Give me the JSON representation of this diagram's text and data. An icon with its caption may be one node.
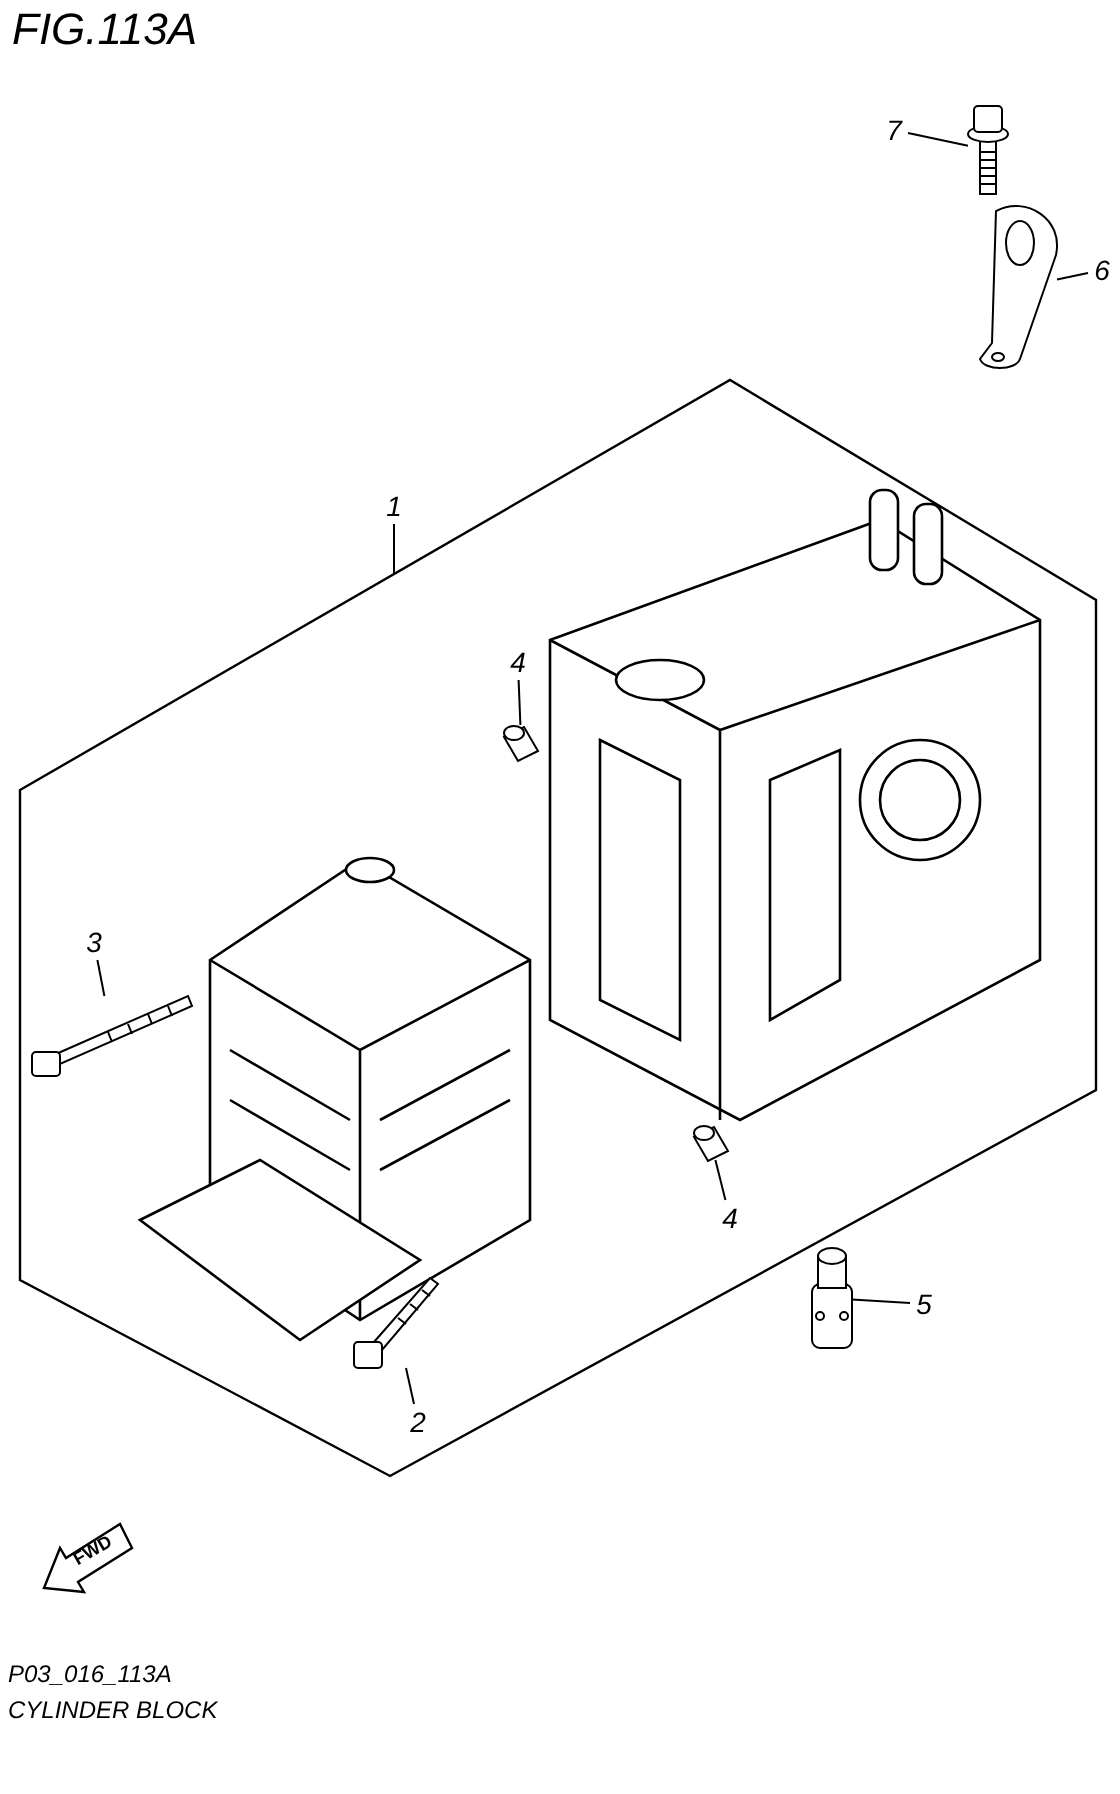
{
  "diagram": {
    "title": "FIG.113A",
    "nodes": [
      {
        "text": [
          "7"
        ]
      },
      {
        "text": [],
        "shape": "picture"
      },
      {
        "text": [
          "6"
        ]
      },
      {
        "text": [],
        "shape": "picture"
      },
      {
        "text": [
          "1"
        ]
      },
      {
        "text": [],
        "shape": "box"
      },
      {
        "text": [
          "4"
        ],
        "in": 5
      },
      {
        "text": [],
        "shape": "picture",
        "in": 5
      },
      {
        "text": [
          "3"
        ],
        "in": 5
      },
      {
        "text": [],
        "shape": "picture",
        "in": 5
      },
      {
        "text": [
          "2"
        ],
        "in": 5
      },
      {
        "text": [],
        "shape": "picture",
        "in": 5
      },
      {
        "text": [
          "4"
        ],
        "in": 5
      },
      {
        "text": [],
        "shape": "picture",
        "in": 5
      },
      {
        "text": [
          "5"
        ]
      },
      {
        "text": [],
        "shape": "picture"
      }
    ],
    "edges": [
      {
        "from": 0,
        "to": 1,
        "arrow": "none"
      },
      {
        "from": 2,
        "to": 3,
        "arrow": "none"
      },
      {
        "from": 4,
        "to": 5,
        "arrow": "none"
      },
      {
        "from": 6,
        "to": 7,
        "arrow": "none"
      },
      {
        "from": 8,
        "to": 9,
        "arrow": "none"
      },
      {
        "from": 10,
        "to": 11,
        "arrow": "none"
      },
      {
        "from": 12,
        "to": 13,
        "arrow": "none"
      },
      {
        "from": 14,
        "to": 15,
        "arrow": "none"
      }
    ],
    "labels": [
      "FWD",
      "P03_016_113A",
      "CYLINDER BLOCK"
    ]
  }
}
